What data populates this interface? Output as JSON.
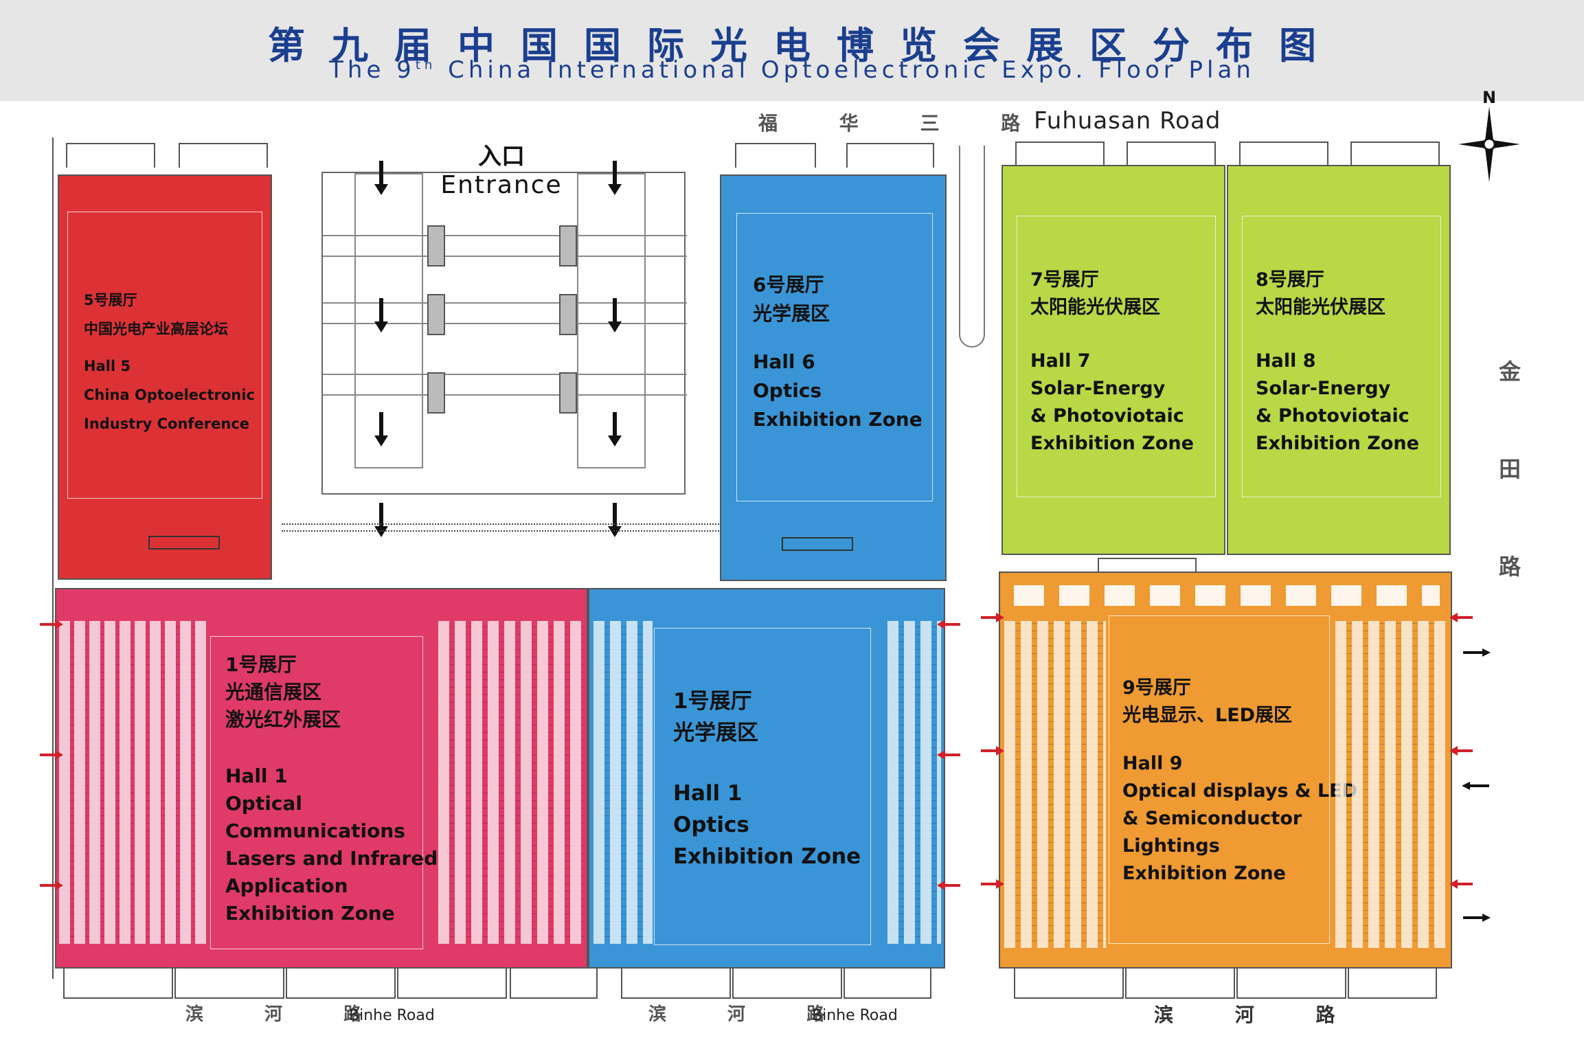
{
  "title": {
    "cn": "第九届中国国际光电博览会展区分布图",
    "en_prefix": "The 9",
    "en_sup": "th",
    "en_suffix": " China International Optoelectronic Expo. Floor Plan"
  },
  "compass": {
    "label": "N",
    "icon": "compass-rose-icon"
  },
  "entrance": {
    "cn": "入口",
    "en": "Entrance"
  },
  "roads": {
    "fuhua_cn": "福 华 三 路",
    "fuhua_en": "Fuhuasan Road",
    "jintian_cn": [
      "金",
      "田",
      "路"
    ],
    "binhe_cn": "滨 河 路",
    "binhe_en": "Binhe Road"
  },
  "halls": {
    "hall5": {
      "color": "#dc3236",
      "lines": [
        "5号展厅",
        "中国光电产业高层论坛",
        "",
        "Hall 5",
        "China Optoelectronic",
        "Industry Conference"
      ]
    },
    "hall6": {
      "color": "#3a95d6",
      "lines": [
        "6号展厅",
        "光学展区",
        "",
        "Hall 6",
        "Optics",
        "Exhibition Zone"
      ]
    },
    "hall7": {
      "color": "#b8d845",
      "lines": [
        "7号展厅",
        "太阳能光伏展区",
        "",
        "Hall 7",
        "Solar-Energy",
        "& Photoviotaic",
        "Exhibition Zone"
      ]
    },
    "hall8": {
      "color": "#b8d845",
      "lines": [
        "8号展厅",
        "太阳能光伏展区",
        "",
        "Hall 8",
        "Solar-Energy",
        "& Photoviotaic",
        "Exhibition Zone"
      ]
    },
    "hall1_comm": {
      "color": "#e03a68",
      "lines": [
        "1号展厅",
        "光通信展区",
        "激光红外展区",
        "",
        "Hall 1",
        "Optical",
        "Communications",
        "Lasers and Infrared",
        "Application",
        "Exhibition Zone"
      ]
    },
    "hall1_optics": {
      "color": "#3a95d6",
      "lines": [
        "1号展厅",
        "光学展区",
        "",
        "Hall 1",
        "Optics",
        "Exhibition Zone"
      ]
    },
    "hall9": {
      "color": "#ef9a32",
      "lines": [
        "9号展厅",
        "光电显示、LED展区",
        "",
        "Hall 9",
        "Optical displays & LED",
        "& Semiconductor",
        " Lightings",
        "Exhibition Zone"
      ]
    }
  }
}
